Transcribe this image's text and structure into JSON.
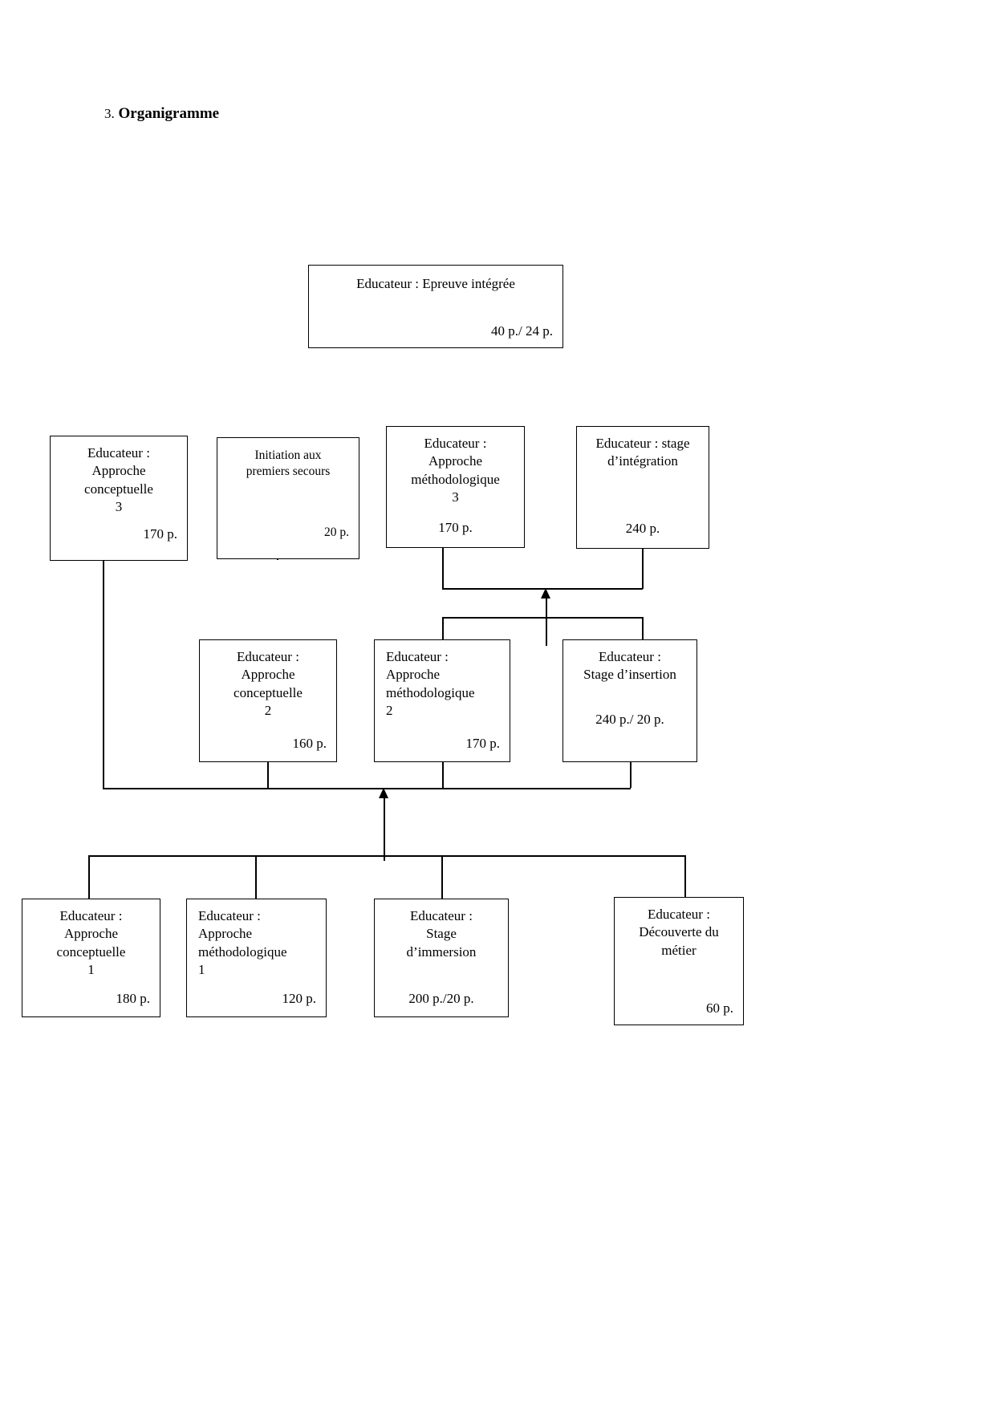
{
  "document": {
    "section_number": "3.",
    "section_title": "Organigramme"
  },
  "chart_data": {
    "type": "diagram",
    "title": "Organigramme",
    "orientation": "bottom-up hierarchy (arrows point upward)",
    "levels": [
      {
        "level": 4,
        "nodes": [
          {
            "id": "epreuve-integree",
            "title": "Educateur : Epreuve intégrée",
            "value": "40 p./ 24 p."
          }
        ]
      },
      {
        "level": 3,
        "nodes": [
          {
            "id": "conceptuelle-3",
            "title": "Educateur :\nApproche\nconceptuelle\n3",
            "value": "170 p."
          },
          {
            "id": "premiers-secours",
            "title": "Initiation aux\npremiers secours",
            "value": "20 p."
          },
          {
            "id": "methodologique-3",
            "title": "Educateur :\nApproche\nméthodologique\n3",
            "value": "170 p."
          },
          {
            "id": "stage-integration",
            "title": "Educateur : stage\nd’intégration",
            "value": "240 p."
          }
        ]
      },
      {
        "level": 2,
        "nodes": [
          {
            "id": "conceptuelle-2",
            "title": "Educateur :\nApproche\nconceptuelle\n2",
            "value": "160 p."
          },
          {
            "id": "methodologique-2",
            "title": "Educateur :\nApproche\nméthodologique\n2",
            "value": "170 p."
          },
          {
            "id": "stage-insertion",
            "title": "Educateur :\nStage d’insertion",
            "value": "240 p./ 20 p."
          }
        ]
      },
      {
        "level": 1,
        "nodes": [
          {
            "id": "conceptuelle-1",
            "title": "Educateur :\nApproche\nconceptuelle\n1",
            "value": "180 p."
          },
          {
            "id": "methodologique-1",
            "title": "Educateur :\nApproche\nméthodologique\n1",
            "value": "120 p."
          },
          {
            "id": "stage-immersion",
            "title": "Educateur :\nStage\nd’immersion",
            "value": "200 p./20 p."
          },
          {
            "id": "decouverte-metier",
            "title": "Educateur :\nDécouverte du\nmétier",
            "value": "60 p."
          }
        ]
      }
    ]
  },
  "nodes": {
    "epreuve_integree": {
      "title": "Educateur : Epreuve intégrée",
      "value": "40 p./ 24 p."
    },
    "conceptuelle_3": {
      "title": "Educateur :\nApproche\nconceptuelle\n3",
      "value": "170 p."
    },
    "premiers_secours": {
      "title": "Initiation aux\npremiers secours",
      "value": "20 p."
    },
    "methodologique_3": {
      "title": "Educateur :\nApproche\nméthodologique\n3",
      "value": "170 p."
    },
    "stage_integration": {
      "title": "Educateur : stage\nd’intégration",
      "value": "240 p."
    },
    "conceptuelle_2": {
      "title": "Educateur :\nApproche\nconceptuelle\n2",
      "value": "160 p."
    },
    "methodologique_2": {
      "title": "Educateur :\nApproche\nméthodologique\n2",
      "value": "170 p."
    },
    "stage_insertion": {
      "title": "Educateur :\nStage d’insertion",
      "value": "240 p./ 20 p."
    },
    "conceptuelle_1": {
      "title": "Educateur :\nApproche\nconceptuelle\n1",
      "value": "180 p."
    },
    "methodologique_1": {
      "title": "Educateur :\nApproche\nméthodologique\n1",
      "value": "120 p."
    },
    "stage_immersion": {
      "title": "Educateur :\nStage\nd’immersion",
      "value": "200 p./20 p."
    },
    "decouverte_metier": {
      "title": "Educateur :\nDécouverte du\nmétier",
      "value": "60 p."
    }
  },
  "colors": {
    "line": "#000000",
    "text": "#000000",
    "background": "#ffffff"
  }
}
